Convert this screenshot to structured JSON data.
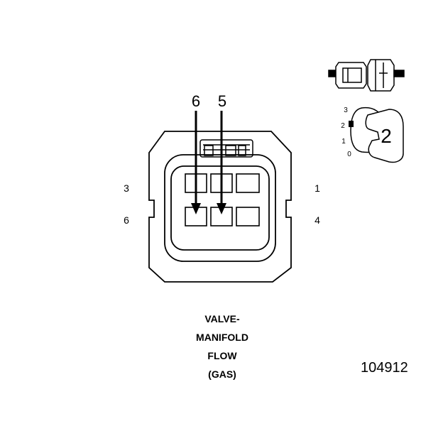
{
  "diagram": {
    "pin_labels": {
      "left_top": "3",
      "left_bottom": "6",
      "right_top": "1",
      "right_bottom": "4"
    },
    "arrow_labels": {
      "left": "6",
      "right": "5"
    },
    "position_labels": [
      "3",
      "2",
      "1",
      "0"
    ],
    "lock_label": "2",
    "caption_lines": [
      "VALVE-",
      "MANIFOLD",
      "FLOW",
      "(GAS)"
    ],
    "figure_id": "104912"
  }
}
